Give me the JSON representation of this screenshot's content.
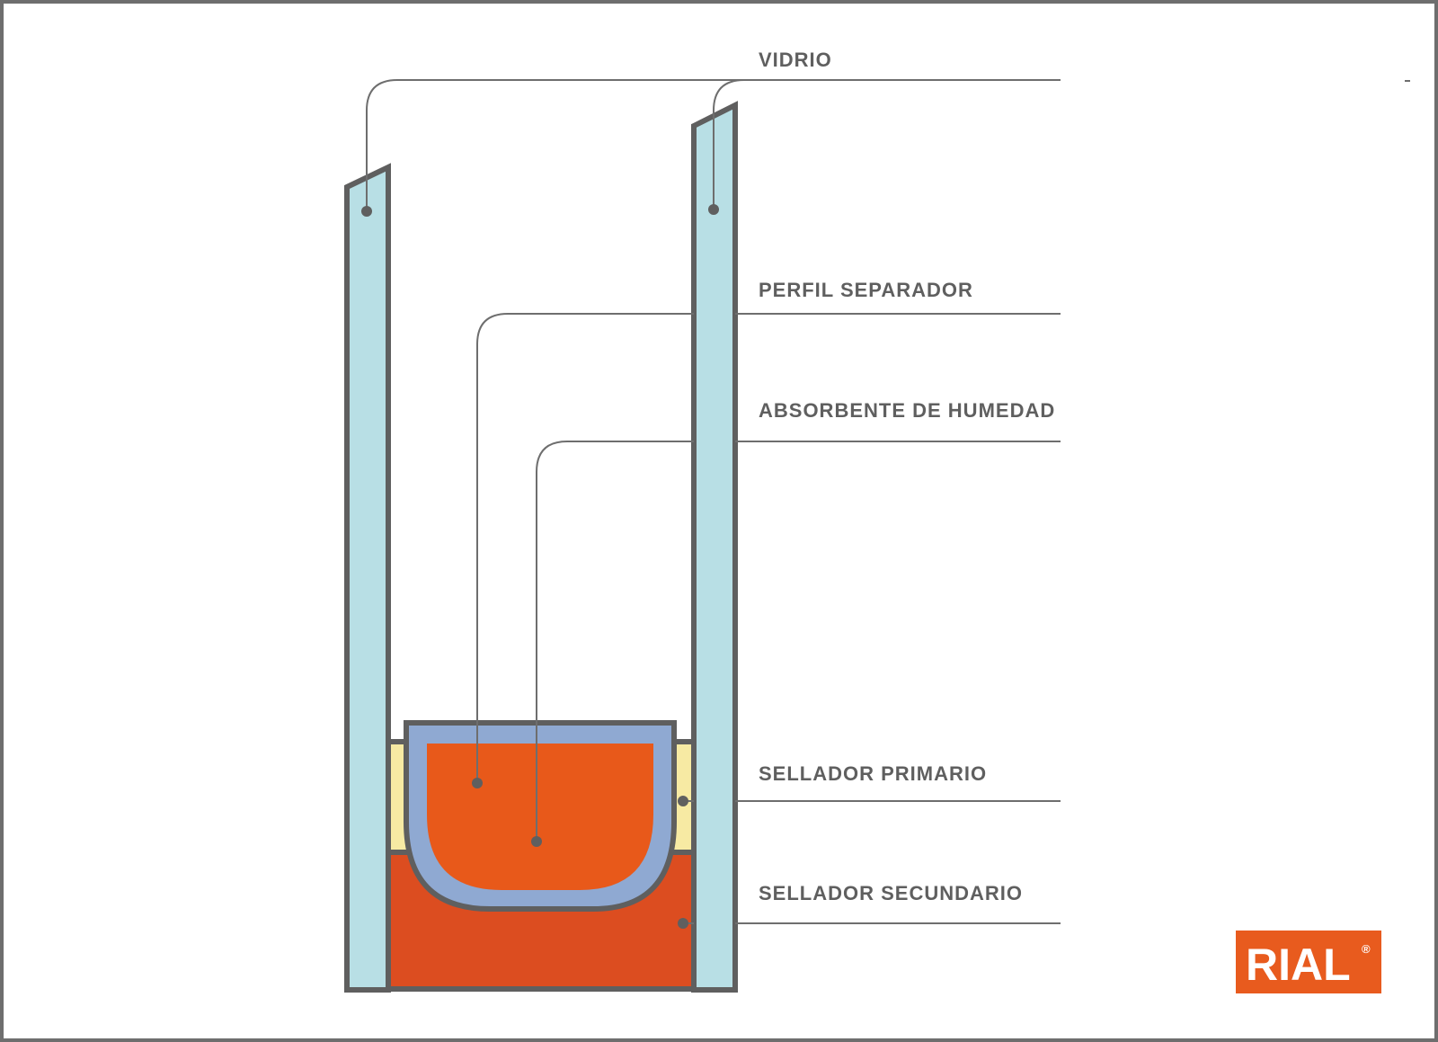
{
  "labels": {
    "vidrio": "VIDRIO",
    "perfil": "PERFIL SEPARADOR",
    "absorbente": "ABSORBENTE DE HUMEDAD",
    "primario": "SELLADOR PRIMARIO",
    "secundario": "SELLADOR SECUNDARIO"
  },
  "logo": {
    "text": "RIAL",
    "mark": "®",
    "color": "#e85b1e"
  },
  "colors": {
    "outline": "#5f5f5f",
    "glass": "#b8dfe5",
    "spacer": "#8fa9d2",
    "desiccant": "#e8591a",
    "primary_sealant": "#f7eaa3",
    "secondary_sealant": "#dc4d20",
    "leader_line": "#6e6e6e"
  }
}
